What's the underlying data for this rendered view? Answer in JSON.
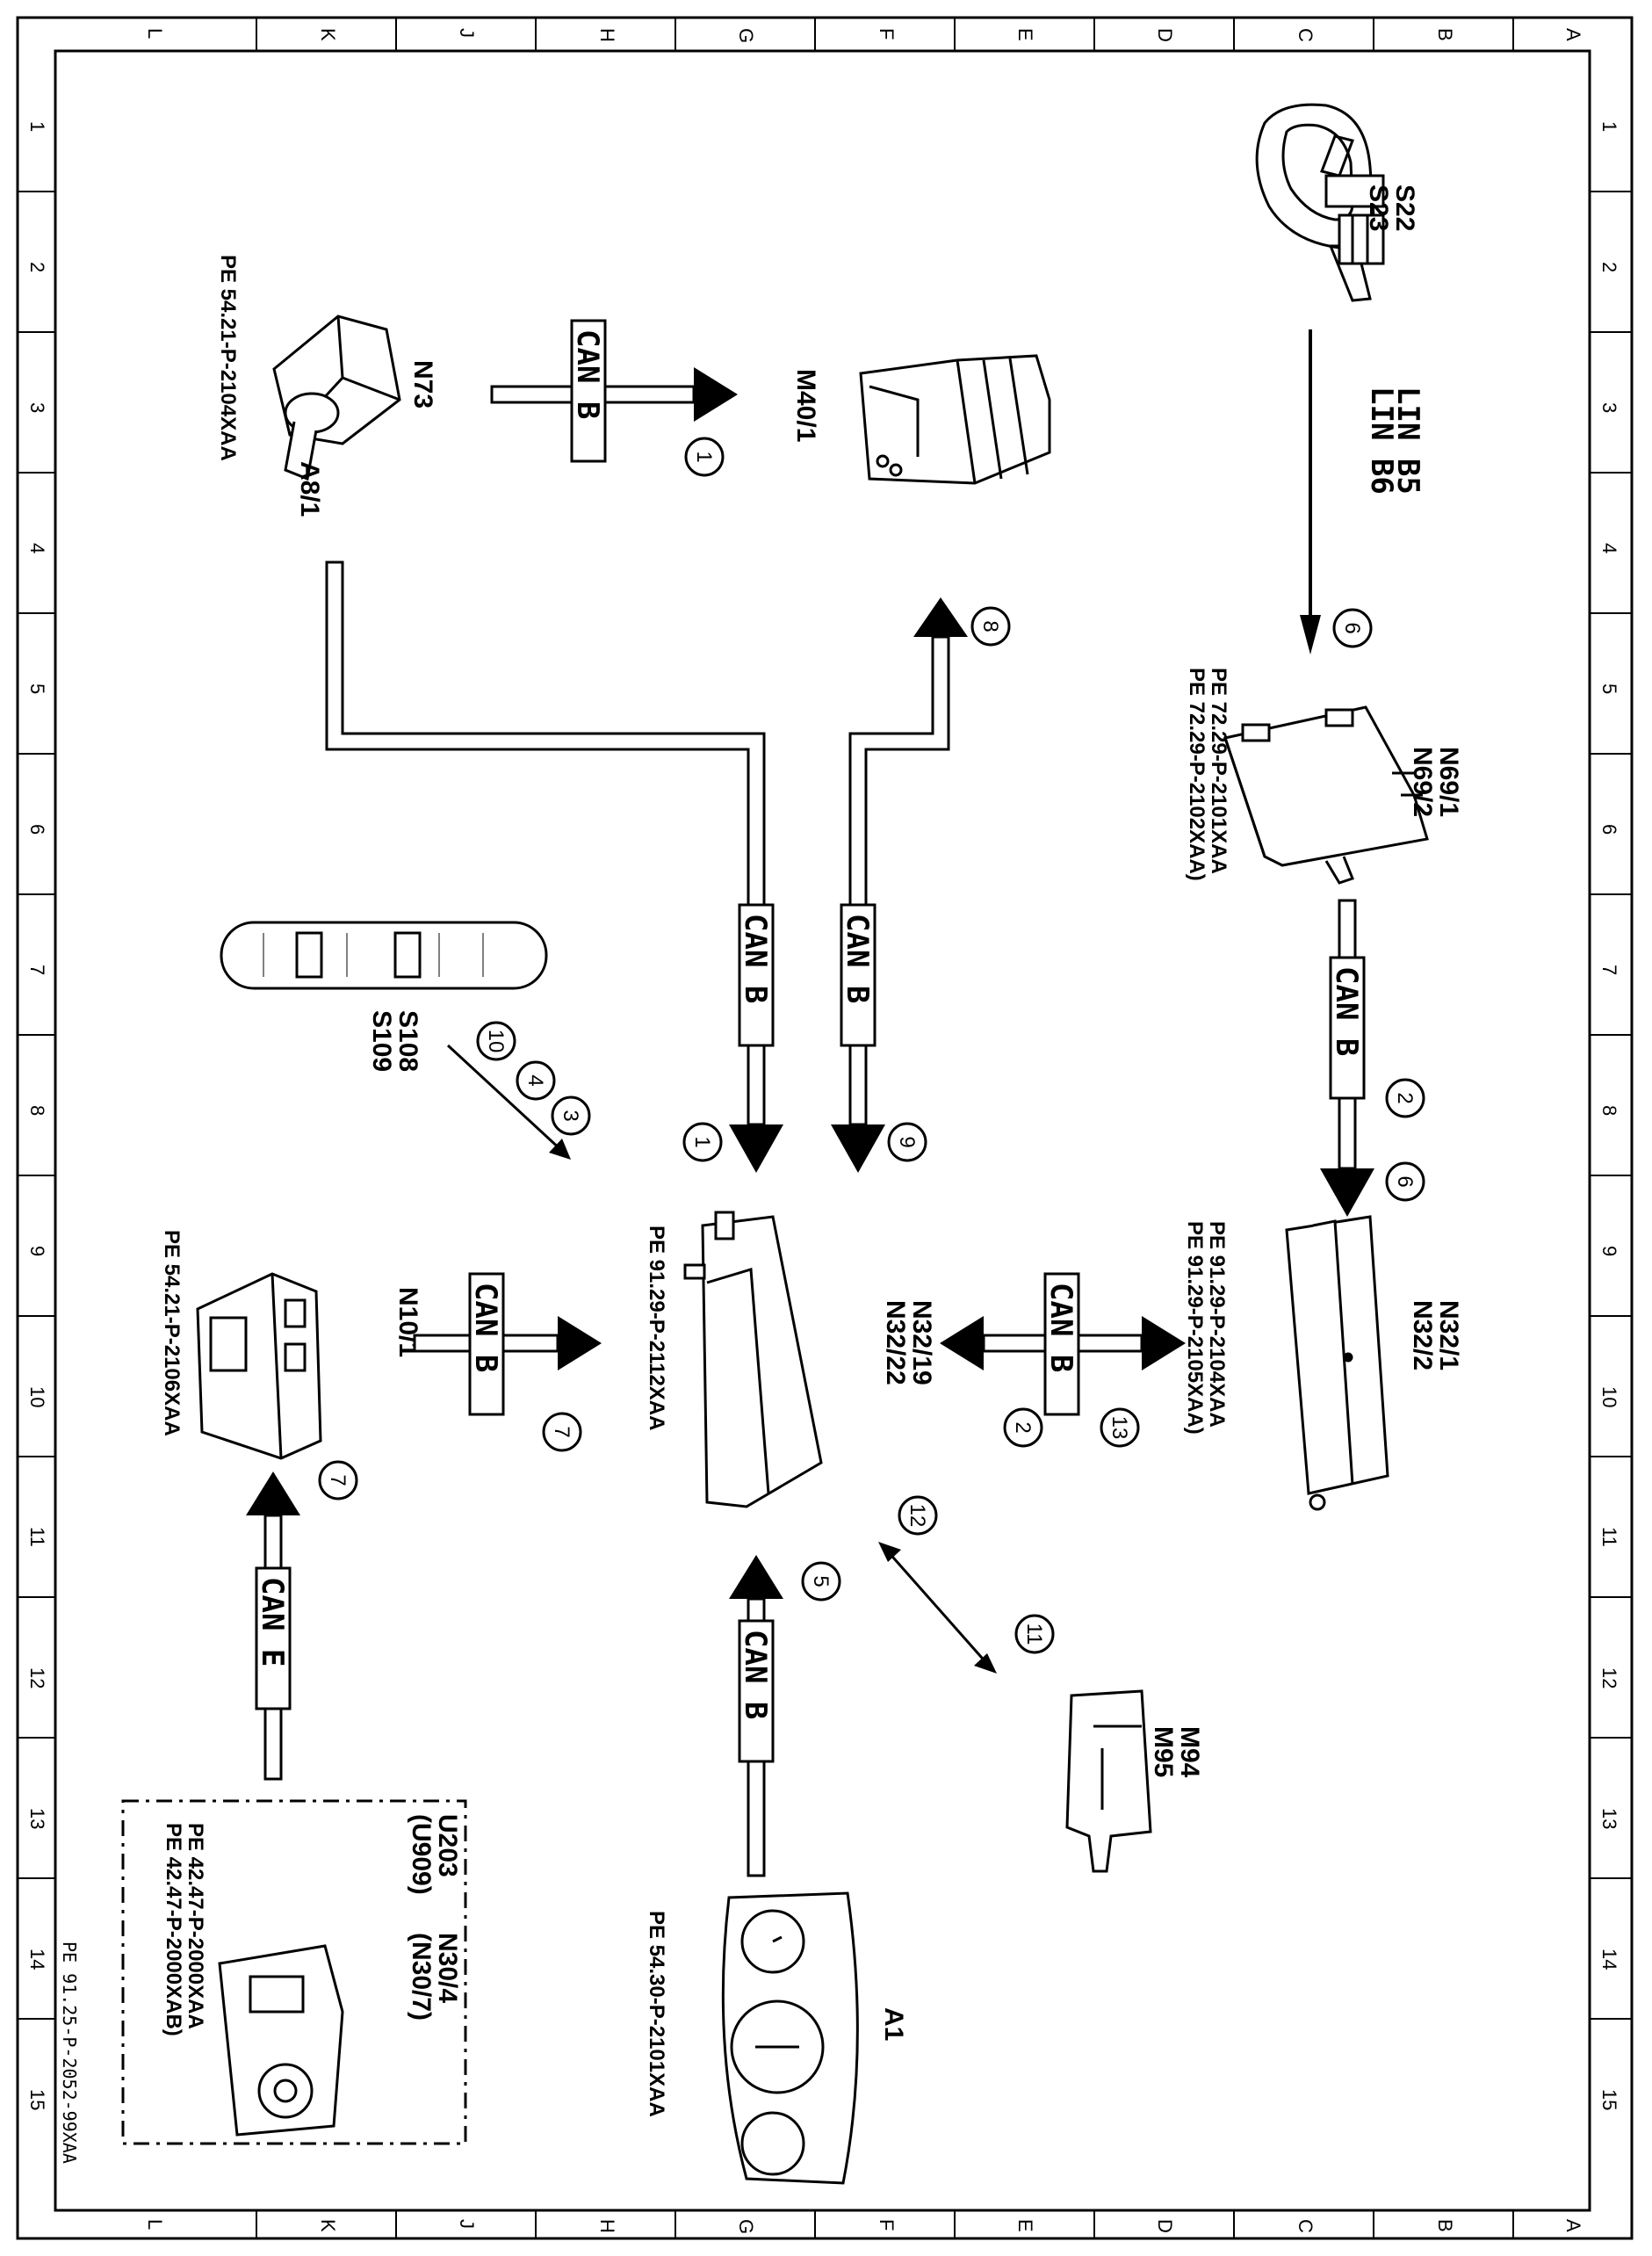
{
  "grid": {
    "columns": [
      "A",
      "B",
      "C",
      "D",
      "E",
      "F",
      "G",
      "H",
      "J",
      "K",
      "L"
    ],
    "rows": [
      "1",
      "2",
      "3",
      "4",
      "5",
      "6",
      "7",
      "8",
      "9",
      "10",
      "11",
      "12",
      "13",
      "14",
      "15"
    ]
  },
  "components": {
    "s22": "S22",
    "s23": "S23",
    "lin_b5": "LIN  B5",
    "lin_b6": "LIN  B6",
    "m40": "M40/1",
    "n73": "N73",
    "a8": "A8/1",
    "n73_ref": "PE 54.21-P-2104XAA",
    "n69_1": "N69/1",
    "n69_2": "N69/2",
    "n69_ref1": "PE 72.29-P-2101XAA",
    "n69_ref2": "PE 72.29-P-2102XAA)",
    "s108": "S108",
    "s109": "S109",
    "n32_1": "N32/1",
    "n32_2": "N32/2",
    "n32_1_ref1": "PE 91.29-P-2104XAA",
    "n32_1_ref2": "PE 91.29-P-2105XAA)",
    "n32_19": "N32/19",
    "n32_22": "N32/22",
    "n32_19_ref": "PE 91.29-P-2112XAA",
    "n10": "N10/1",
    "n10_ref": "PE 54.21-P-2106XAA",
    "m94": "M94",
    "m95": "M95",
    "a1": "A1",
    "a1_ref": "PE 54.30-P-2101XAA",
    "u203": "U203",
    "u909": "(U909)",
    "n30_4": "N30/4",
    "n30_7": "(N30/7)",
    "n30_ref1": "PE 42.47-P-2000XAA",
    "n30_ref2": "PE 42.47-P-2000XAB)"
  },
  "buses": {
    "can_b": "CAN B",
    "can_e": "CAN E"
  },
  "markers": [
    "1",
    "1",
    "2",
    "2",
    "3",
    "4",
    "5",
    "6",
    "6",
    "7",
    "7",
    "8",
    "9",
    "10",
    "11",
    "12",
    "13"
  ],
  "footer": "PE 91.25-P-2052-99XAA",
  "colors": {
    "ink": "#000000",
    "paper": "#ffffff"
  }
}
